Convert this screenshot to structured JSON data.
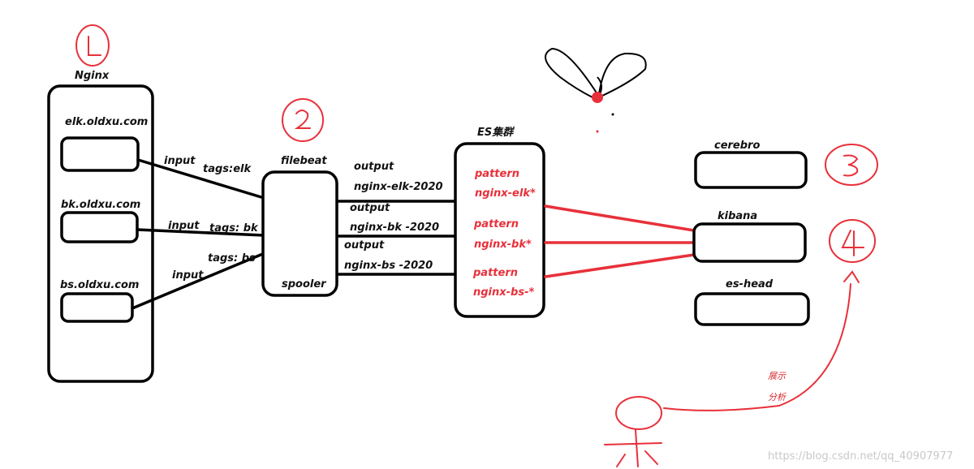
{
  "nginx": {
    "title": "Nginx",
    "domains": [
      "elk.oldxu.com",
      "bk.oldxu.com",
      "bs.oldxu.com"
    ]
  },
  "filebeat": {
    "title": "filebeat",
    "spooler": "spooler",
    "inputs": [
      {
        "input": "input",
        "tag": "tags:elk"
      },
      {
        "input": "input",
        "tag": "tags: bk"
      },
      {
        "input": "input",
        "tag": "tags: bs"
      }
    ],
    "outputs": [
      {
        "output": "output",
        "index": "nginx-elk-2020"
      },
      {
        "output": "output",
        "index": "nginx-bk -2020"
      },
      {
        "output": "output",
        "index": "nginx-bs -2020"
      }
    ]
  },
  "es": {
    "title": "ES集群",
    "patterns": [
      {
        "label": "pattern",
        "value": "nginx-elk*"
      },
      {
        "label": "pattern",
        "value": "nginx-bk*"
      },
      {
        "label": "pattern",
        "value": "nginx-bs-*"
      }
    ]
  },
  "tools": [
    "cerebro",
    "kibana",
    "es-head"
  ],
  "person_note": {
    "line1": "展示",
    "line2": "分析"
  },
  "watermark": "https://blog.csdn.net/qq_40907977"
}
